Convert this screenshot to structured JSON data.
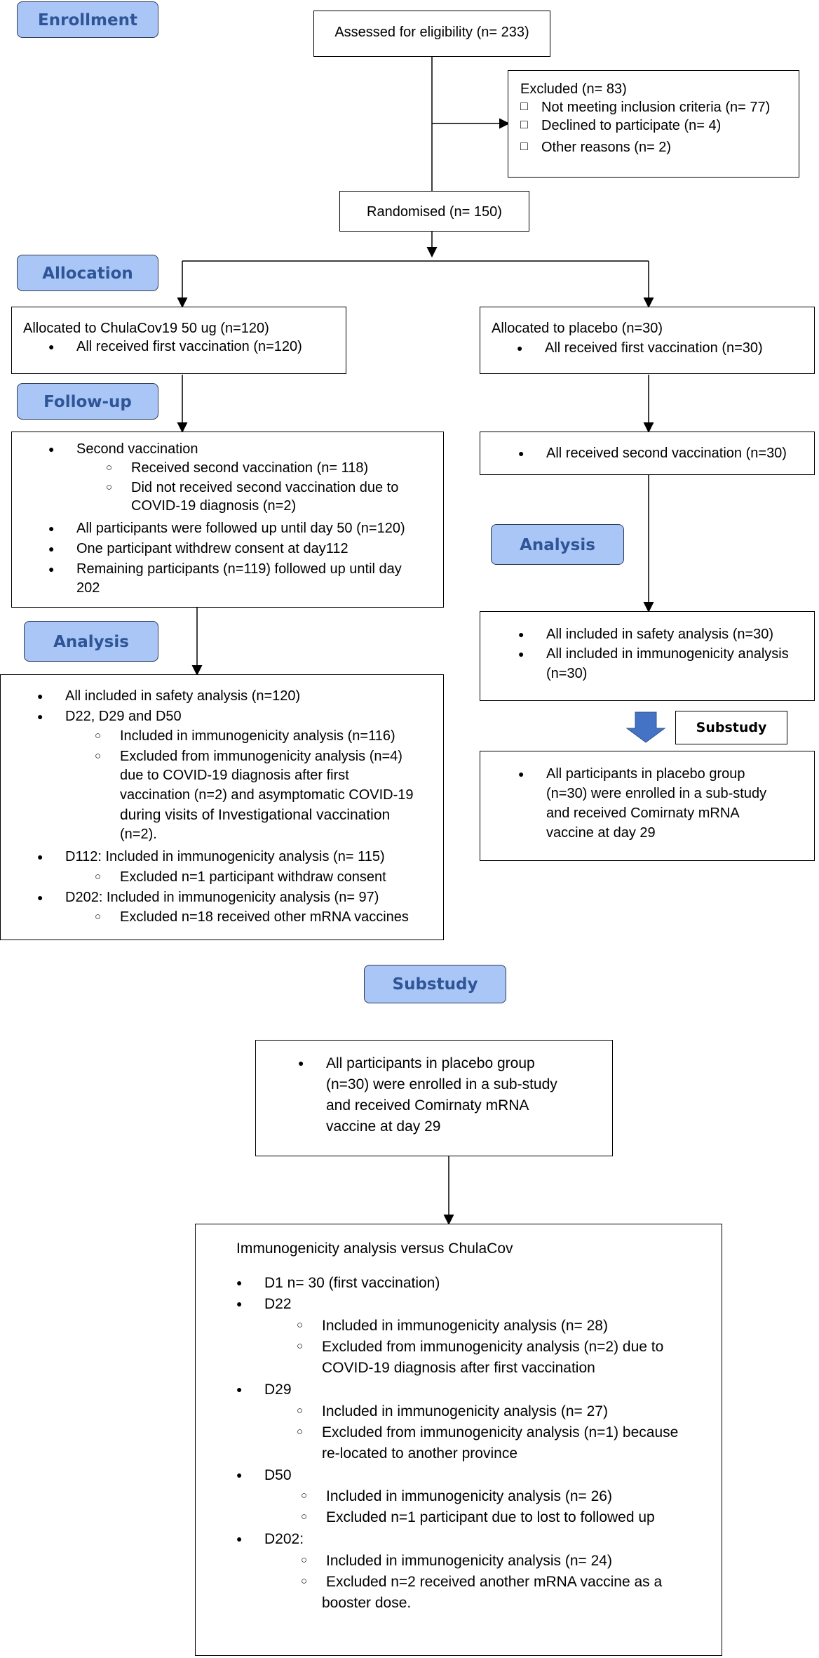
{
  "stages": {
    "enrollment": "Enrollment",
    "allocation": "Allocation",
    "follow_up": "Follow-up",
    "analysis_left": "Analysis",
    "analysis_right": "Analysis",
    "substudy": "Substudy"
  },
  "eligibility": "Assessed for eligibility (n= 233)",
  "excluded": {
    "title": "Excluded (n= 83)",
    "items": [
      "Not meeting inclusion criteria (n= 77)",
      "Declined to participate (n= 4)",
      "Other reasons (n= 2)"
    ]
  },
  "randomised": "Randomised (n= 150)",
  "alloc_left": {
    "title": "Allocated to ChulaCov19 50 ug (n=120)",
    "item": "All received first vaccination (n=120)"
  },
  "alloc_right": {
    "title": "Allocated to placebo (n=30)",
    "item": "All received first vaccination (n=30)"
  },
  "followup_left": {
    "second": "Second vaccination",
    "received": "Received second vaccination (n= 118)",
    "not_received_1": "Did not received second vaccination due to",
    "not_received_2": "COVID-19 diagnosis (n=2)",
    "followed": "All participants were followed up until day 50 (n=120)",
    "withdrew": "One participant withdrew consent at day112",
    "remaining_1": "Remaining participants (n=119) followed up until day",
    "remaining_2": "202"
  },
  "followup_right": "All received second vaccination (n=30)",
  "analysis_left": {
    "safety": "All included in safety analysis (n=120)",
    "d22": "D22, D29 and D50",
    "d22_incl": "Included in immunogenicity analysis (n=116)",
    "d22_excl_1": "Excluded from immunogenicity analysis (n=4)",
    "d22_excl_2": "due to COVID-19 diagnosis after first",
    "d22_excl_3": "vaccination (n=2) and asymptomatic COVID-19",
    "d22_excl_4": "during visits of Investigational vaccination",
    "d22_excl_5": "(n=2).",
    "d112": "D112:  Included in immunogenicity analysis (n= 115)",
    "d112_excl": "Excluded n=1 participant withdraw consent",
    "d202": "D202: Included in immunogenicity analysis (n= 97)",
    "d202_excl": "Excluded n=18 received other mRNA vaccines"
  },
  "analysis_right": {
    "safety": "All included in safety analysis (n=30)",
    "immuno_1": "All included in immunogenicity analysis",
    "immuno_2": "(n=30)"
  },
  "substudy_label": "Substudy",
  "placebo_sub": {
    "line1": "All participants in placebo group",
    "line2": "(n=30) were enrolled in a sub-study",
    "line3": "and received Comirnaty mRNA",
    "line4": "vaccine at day 29"
  },
  "sub_middle": {
    "line1": "All participants in placebo group",
    "line2": "(n=30) were enrolled in a sub-study",
    "line3": "and received Comirnaty mRNA",
    "line4": "vaccine at day 29"
  },
  "immuno": {
    "title": "Immunogenicity analysis versus ChulaCov",
    "d1": "D1 n= 30 (first vaccination)",
    "d22": "D22",
    "d22_incl": "Included in immunogenicity analysis (n= 28)",
    "d22_excl_1": "Excluded from immunogenicity analysis (n=2) due to",
    "d22_excl_2": "COVID-19 diagnosis after first vaccination",
    "d29": "D29",
    "d29_incl": "Included in immunogenicity analysis (n= 27)",
    "d29_excl_1": "Excluded from immunogenicity analysis (n=1) because",
    "d29_excl_2": "re-located to another province",
    "d50": "D50",
    "d50_incl": "Included in immunogenicity analysis (n= 26)",
    "d50_excl": "Excluded n=1 participant due to lost to followed up",
    "d202": "D202:",
    "d202_incl": "Included in immunogenicity analysis (n= 24)",
    "d202_excl_1": "Excluded n=2 received another mRNA vaccine as a",
    "d202_excl_2": "booster dose."
  },
  "colors": {
    "stage_fill": "#a9c6f7",
    "stage_text": "#2f5597",
    "arrow_fill": "#4472c4"
  }
}
